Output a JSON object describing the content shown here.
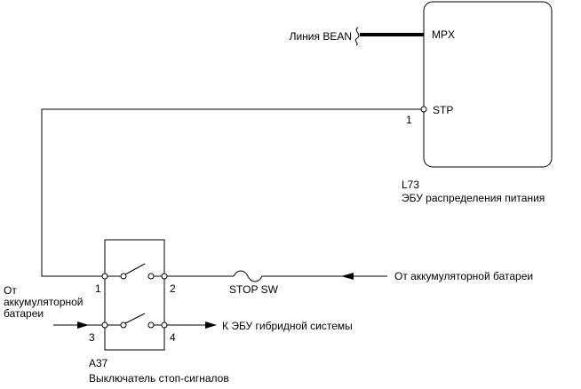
{
  "ecu": {
    "code": "L73",
    "name": "ЭБУ распределения питания",
    "pin_mpx": "MPX",
    "pin_stp": "STP",
    "pin_stp_number": "1"
  },
  "bean_line_label": "Линия BEAN",
  "switch": {
    "code": "A37",
    "name": "Выключатель стоп-сигналов",
    "pin_1": "1",
    "pin_2": "2",
    "pin_3": "3",
    "pin_4": "4"
  },
  "fuse_label": "STOP SW",
  "from_battery_right": "От аккумуляторной батареи",
  "from_battery_left": [
    "От",
    "аккумуляторной",
    "батареи"
  ],
  "to_hybrid_ecu": "К ЭБУ гибридной системы"
}
